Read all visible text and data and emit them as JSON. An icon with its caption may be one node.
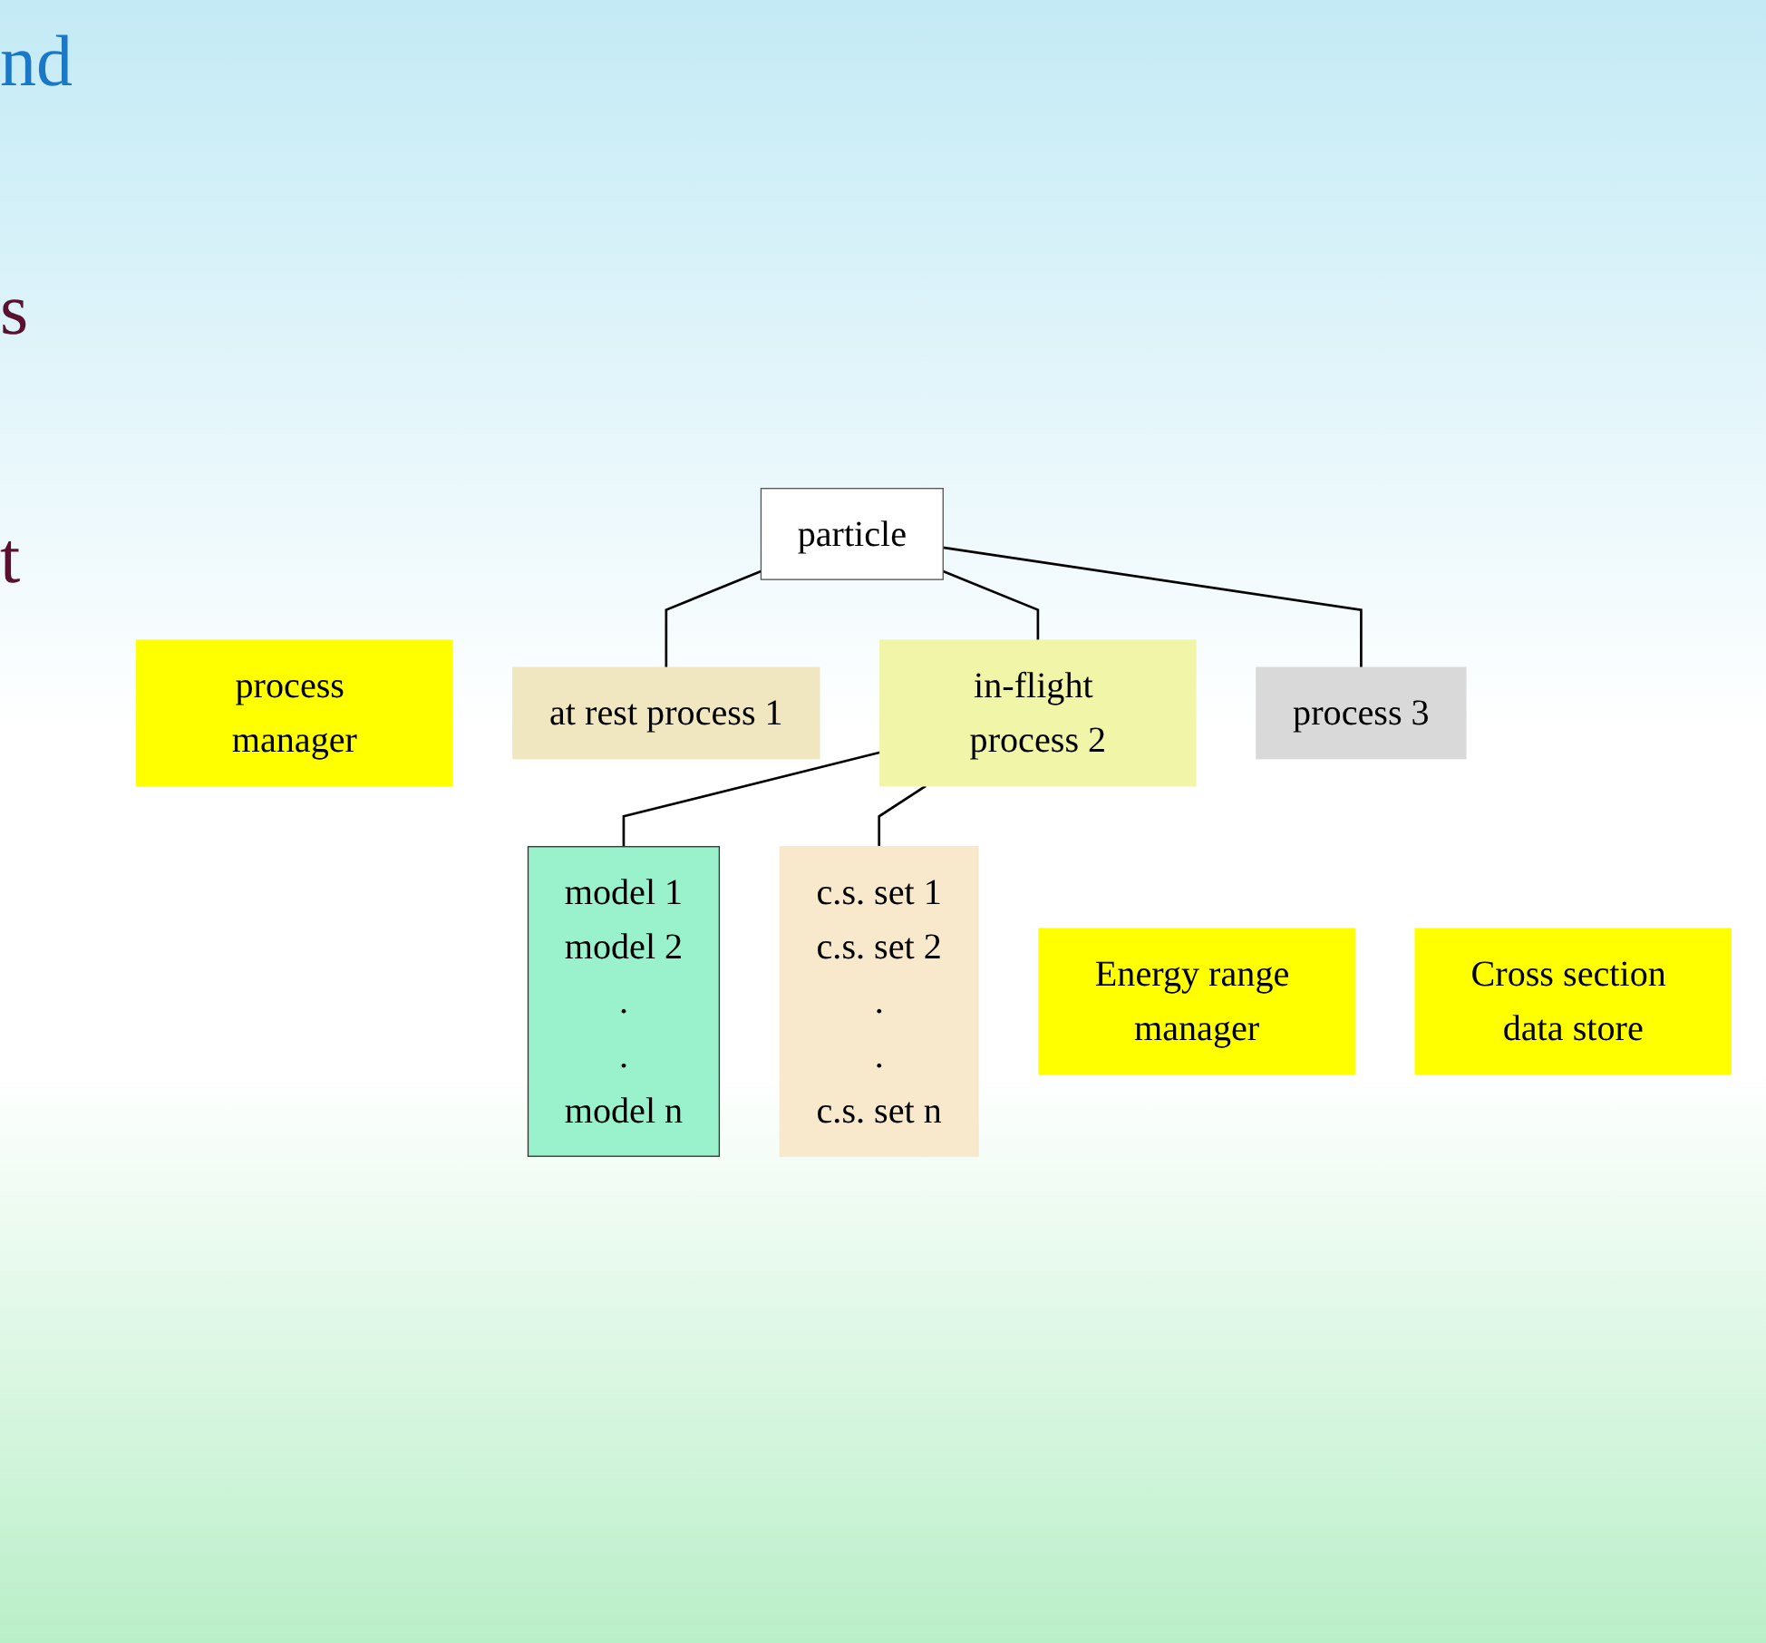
{
  "diagram": {
    "nodes": [
      {
        "text": [
          "particle"
        ]
      },
      {
        "text": [
          "process manager"
        ]
      },
      {
        "text": [
          "at rest process 1"
        ]
      },
      {
        "text": [
          "in-flight process 2"
        ]
      },
      {
        "text": [
          "process 3"
        ]
      },
      {
        "text": [
          "Energy range manager"
        ]
      },
      {
        "text": [
          "model 1",
          "model 2",
          ".",
          ".",
          "model n"
        ]
      },
      {
        "text": [
          "c.s. set 1",
          "c.s. set 2",
          ".",
          ".",
          "c.s. set n"
        ]
      },
      {
        "text": [
          "Cross section data store"
        ]
      }
    ],
    "edges": [
      {
        "from": 0,
        "to": 2,
        "arrow": "none"
      },
      {
        "from": 0,
        "to": 3,
        "arrow": "none"
      },
      {
        "from": 0,
        "to": 4,
        "arrow": "none"
      },
      {
        "from": 3,
        "to": 6,
        "arrow": "none"
      },
      {
        "from": 3,
        "to": 7,
        "arrow": "none"
      }
    ],
    "labels": [
      "nd",
      "s",
      "t"
    ]
  }
}
